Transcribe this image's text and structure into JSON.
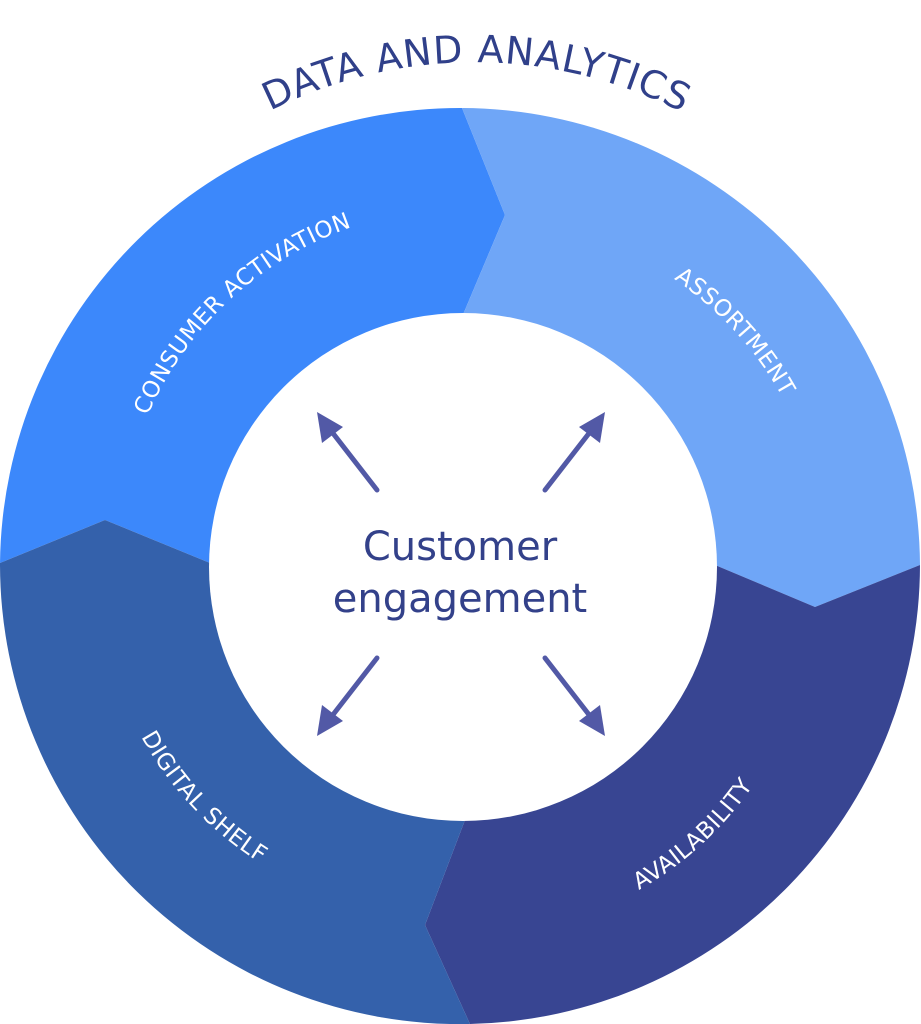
{
  "title": "DATA AND ANALYTICS",
  "center": {
    "line1": "Customer",
    "line2": "engagement"
  },
  "segments": [
    {
      "key": "consumer_activation",
      "label": "CONSUMER ACTIVATION",
      "color": "#3c88fb"
    },
    {
      "key": "assortment",
      "label": "ASSORTMENT",
      "color": "#6fa6f7"
    },
    {
      "key": "availability",
      "label": "AVAILABILITY",
      "color": "#384592"
    },
    {
      "key": "digital_shelf",
      "label": "DIGITAL SHELF",
      "color": "#3461ab"
    }
  ],
  "colors": {
    "title_text": "#30408a",
    "center_text": "#33418a",
    "arrow": "#5259a6",
    "label_text": "#ffffff",
    "center_fill": "#ffffff"
  }
}
